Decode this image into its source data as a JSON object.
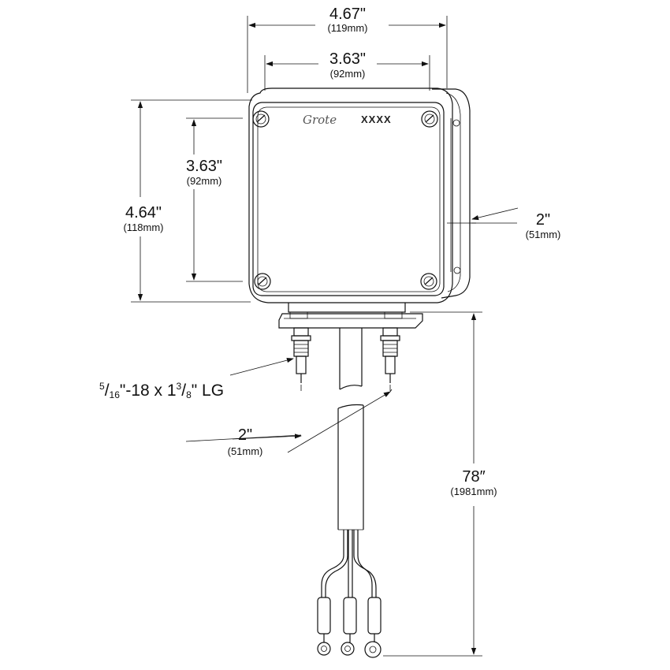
{
  "dimensions": {
    "overall_width": {
      "in": "4.67\"",
      "mm": "(119mm)"
    },
    "lens_width": {
      "in": "3.63\"",
      "mm": "(92mm)"
    },
    "lens_height": {
      "in": "3.63\"",
      "mm": "(92mm)"
    },
    "overall_height": {
      "in": "4.64\"",
      "mm": "(118mm)"
    },
    "depth": {
      "in": "2\"",
      "mm": "(51mm)"
    },
    "stud_spacing": {
      "in": "2\"",
      "mm": "(51mm)"
    },
    "lead_length": {
      "in": "78″",
      "mm": "(1981mm)"
    }
  },
  "stud": {
    "frac1_num": "5",
    "frac1_den": "16",
    "middle": "\"-18 x 1",
    "frac2_num": "3",
    "frac2_den": "8",
    "tail": "\" LG"
  },
  "lamp": {
    "logo": "Grote",
    "part_number": "XXXX"
  },
  "colors": {
    "line": "#111111",
    "background": "#ffffff"
  }
}
